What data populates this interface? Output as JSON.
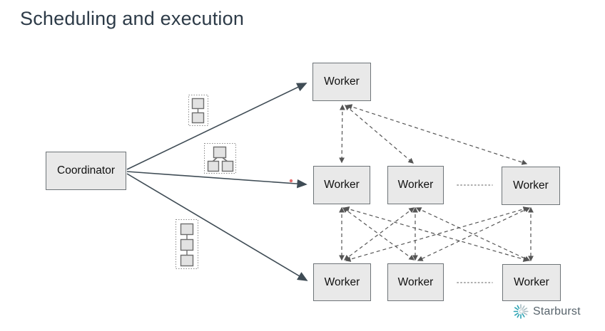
{
  "title": "Scheduling and execution",
  "diagram": {
    "coordinator_label": "Coordinator",
    "worker_label": "Worker",
    "edges": {
      "solid_arrows": [
        "coordinator->worker-top",
        "coordinator->worker-mid-1",
        "coordinator->worker-bot-1"
      ],
      "dashed_links": [
        "worker-top<->worker-mid-1",
        "worker-top<->worker-mid-2",
        "worker-top<->worker-mid-3",
        "middle-row<->bottom-row full mesh (9 links)"
      ],
      "ellipsis_links": [
        "worker-mid-2...worker-mid-3",
        "worker-bot-2...worker-bot-3"
      ]
    },
    "fragments": [
      {
        "icon": "plan-fragment-chain-2-icon",
        "shape": "vertical chain of 2 boxes in dotted frame"
      },
      {
        "icon": "plan-fragment-tree-3-icon",
        "shape": "1 parent + 2 children tree in dotted frame"
      },
      {
        "icon": "plan-fragment-chain-3-icon",
        "shape": "vertical chain of 3 boxes in dotted frame"
      }
    ],
    "laser_pointer_dot": "small red dot on middle arrow"
  },
  "logo": {
    "text": "Starburst",
    "icon": "starburst-rays-icon"
  },
  "colors": {
    "background": "#ffffff",
    "title_text": "#2d3b48",
    "node_fill": "#e9e9e9",
    "node_border": "#6e7478",
    "node_text": "#111111",
    "solid_arrow": "#3f4c55",
    "dashed_line": "#555555",
    "dotted_ellipsis": "#8f8f8f",
    "fragment_frame": "#8a8a8a",
    "fragment_box_fill": "#e2e2e2",
    "laser_dot": "#e35d5d",
    "brand_teal": "#2aa2b3",
    "brand_gray": "#a9bdc3",
    "logo_text": "#57636b"
  }
}
